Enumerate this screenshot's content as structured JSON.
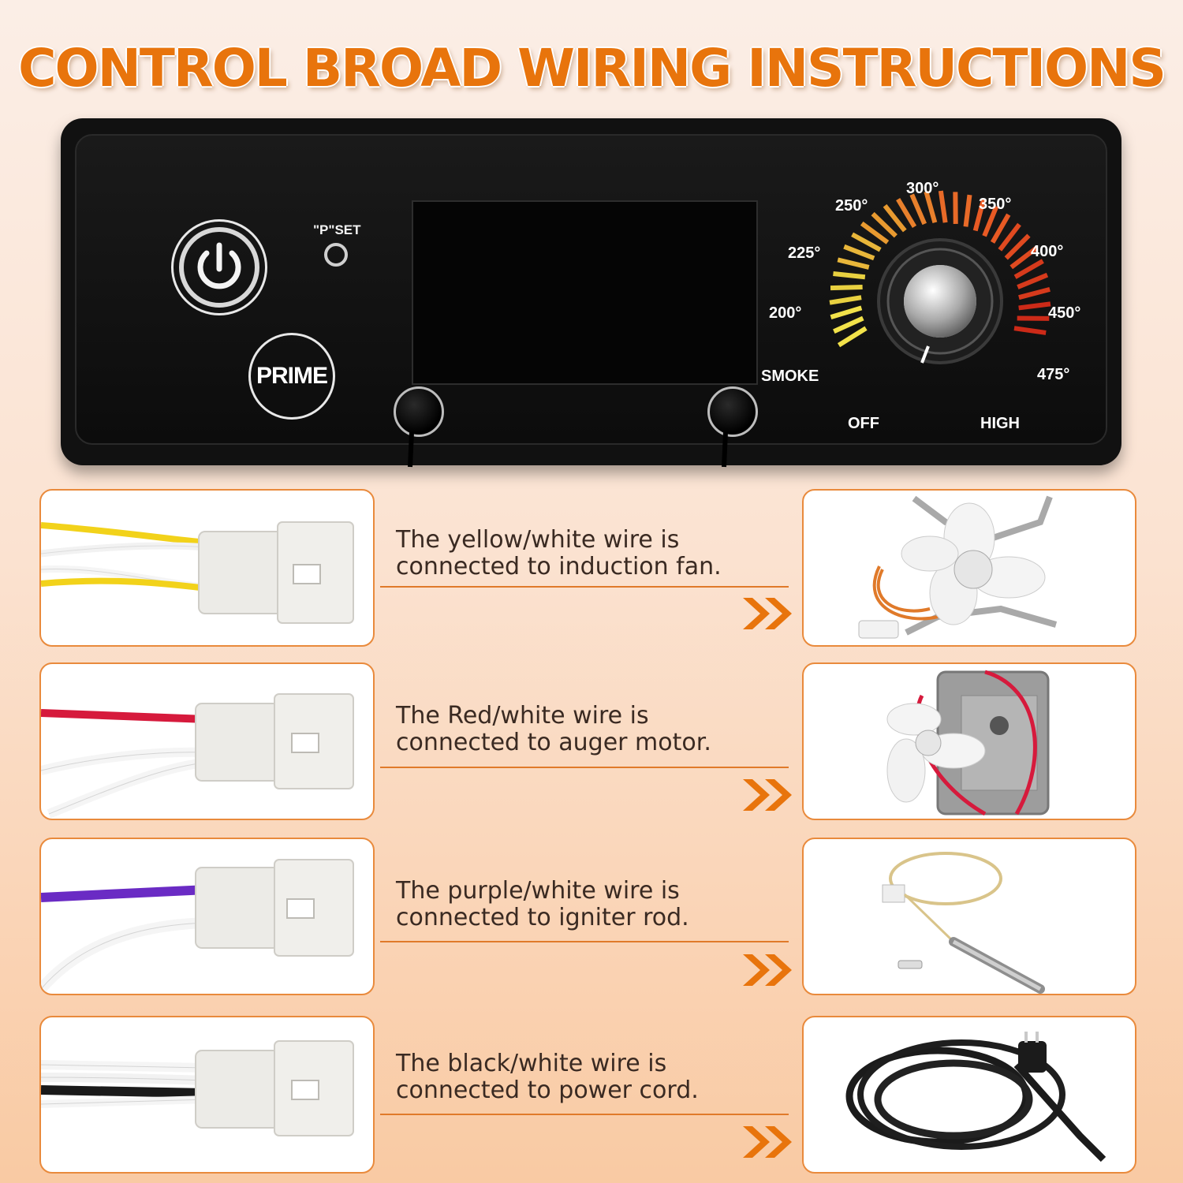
{
  "title": "CONTROL BROAD WIRING INSTRUCTIONS",
  "panel": {
    "pset_label": "\"P\"SET",
    "prime_label": "PRIME",
    "dial_labels": [
      "SMOKE",
      "200°",
      "225°",
      "250°",
      "300°",
      "350°",
      "400°",
      "450°",
      "475°"
    ],
    "off_label": "OFF",
    "high_label": "HIGH"
  },
  "rows": [
    {
      "wire_color": "#f2d21a",
      "line1": "The yellow/white wire is",
      "line2": "connected to induction fan.",
      "part": "induction-fan"
    },
    {
      "wire_color": "#d61a3c",
      "line1": "The Red/white wire is",
      "line2": "connected to auger motor.",
      "part": "auger-motor"
    },
    {
      "wire_color": "#6a2bc4",
      "line1": "The purple/white wire is",
      "line2": "connected to igniter rod.",
      "part": "igniter-rod"
    },
    {
      "wire_color": "#1a1a1a",
      "line1": "The black/white wire is",
      "line2": "connected to power cord.",
      "part": "power-cord"
    }
  ],
  "colors": {
    "accent": "#e8740c",
    "border": "#e98a3c"
  }
}
